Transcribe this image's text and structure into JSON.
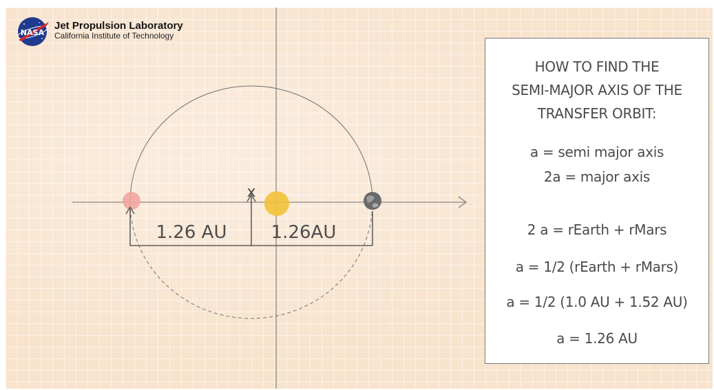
{
  "logo": {
    "agency": "NASA",
    "title": "Jet Propulsion Laboratory",
    "subtitle": "California Institute of Technology"
  },
  "diagram": {
    "left_distance": "1.26 AU",
    "right_distance": "1.26AU",
    "center_marker": "x",
    "bodies": [
      "mars-dot",
      "sun",
      "earth"
    ],
    "colors": {
      "mars": "#f2a5a0",
      "sun": "#f2c23a",
      "earth": "#6a6a6a",
      "line": "#7b7b7b"
    }
  },
  "panel": {
    "heading": [
      "HOW TO FIND THE",
      "SEMI-MAJOR AXIS OF THE",
      "TRANSFER ORBIT:"
    ],
    "definitions": [
      "a = semi major axis",
      "2a = major axis"
    ],
    "equations": [
      "2 a = rEarth + rMars",
      "a = 1/2 (rEarth + rMars)",
      "a = 1/2 (1.0 AU + 1.52 AU)",
      "a = 1.26 AU"
    ]
  }
}
